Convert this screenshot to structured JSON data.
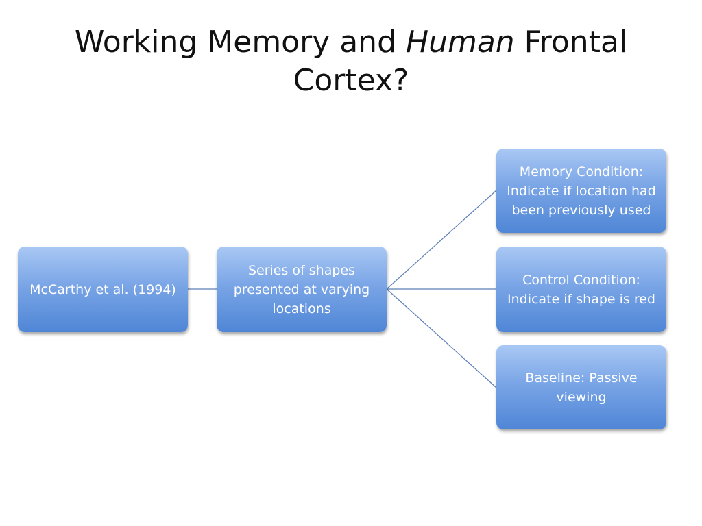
{
  "slide": {
    "title_part1": "Working Memory and ",
    "title_emphasis": "Human",
    "title_part2": " Frontal Cortex?"
  },
  "diagram": {
    "source": {
      "lines": [
        "McCarthy et al. (1994)"
      ]
    },
    "task": {
      "lines": [
        "Series of shapes",
        "presented at varying",
        "locations"
      ]
    },
    "memory": {
      "lines": [
        "Memory Condition:",
        "Indicate if location had",
        "been previously used"
      ]
    },
    "control": {
      "lines": [
        "Control Condition:",
        "Indicate if shape is red"
      ]
    },
    "baseline": {
      "lines": [
        "Baseline: Passive",
        "viewing"
      ]
    }
  },
  "colors": {
    "node_top": "#a9c8f4",
    "node_bottom": "#4f86d6",
    "connector": "#5b7fb8"
  }
}
